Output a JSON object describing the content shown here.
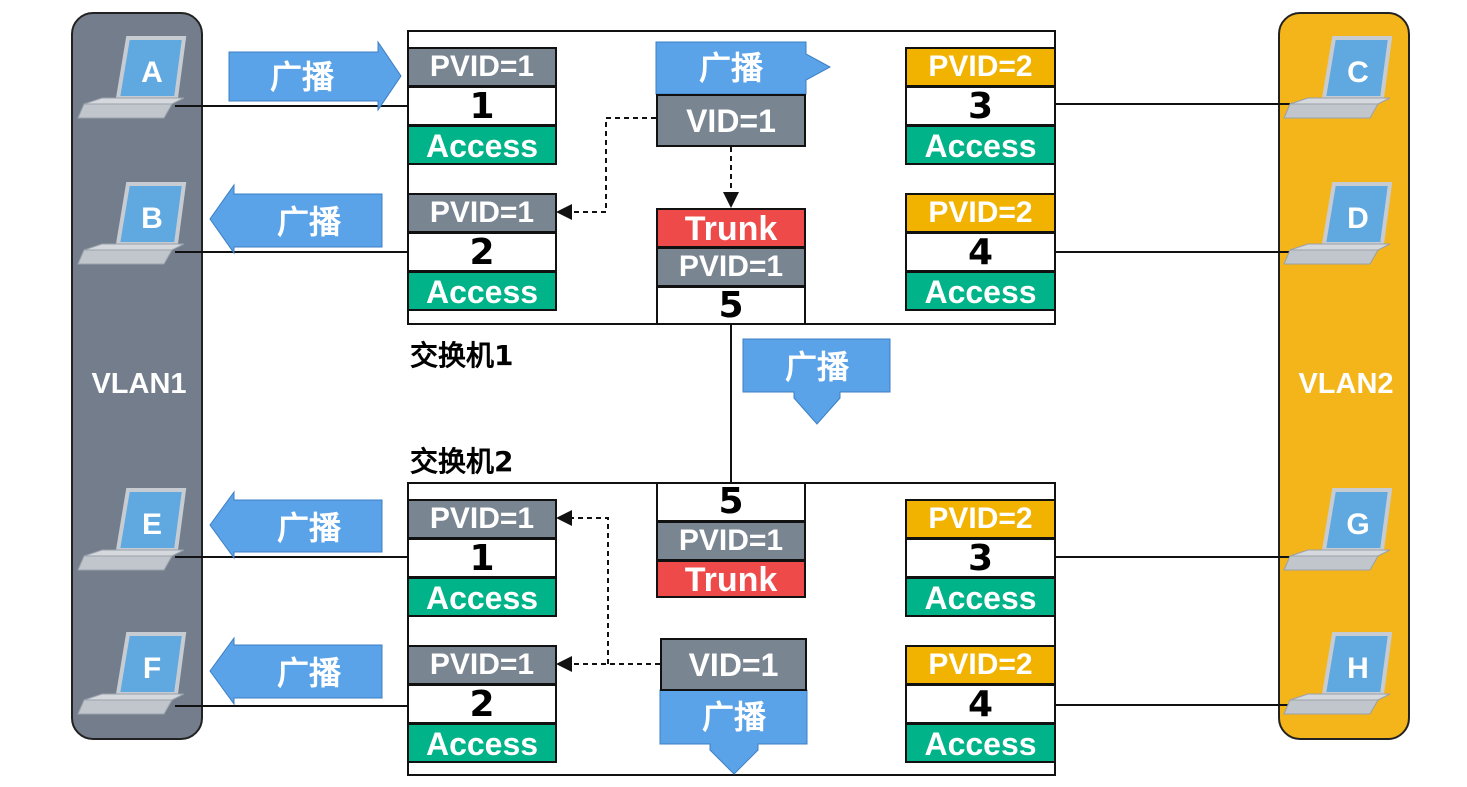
{
  "colors": {
    "vlan1_panel": "#737d8c",
    "vlan2_panel": "#f4b51a",
    "broadcast_arrow": "#5aa3e8",
    "port_gray": "#7a8592",
    "port_gold": "#f2b300",
    "access_green": "#00b388",
    "trunk_red": "#ee4a4a"
  },
  "vlans": {
    "left": "VLAN1",
    "right": "VLAN2"
  },
  "hosts": {
    "a": "A",
    "b": "B",
    "e": "E",
    "f": "F",
    "c": "C",
    "d": "D",
    "g": "G",
    "h": "H"
  },
  "switch1": {
    "label": "交换机1",
    "port1": {
      "pvid": "PVID=1",
      "num": "1",
      "mode": "Access"
    },
    "port2": {
      "pvid": "PVID=1",
      "num": "2",
      "mode": "Access"
    },
    "port3": {
      "pvid": "PVID=2",
      "num": "3",
      "mode": "Access"
    },
    "port4": {
      "pvid": "PVID=2",
      "num": "4",
      "mode": "Access"
    },
    "port5": {
      "mode": "Trunk",
      "pvid": "PVID=1",
      "num": "5"
    },
    "vid": "VID=1"
  },
  "switch2": {
    "label": "交换机2",
    "port1": {
      "pvid": "PVID=1",
      "num": "1",
      "mode": "Access"
    },
    "port2": {
      "pvid": "PVID=1",
      "num": "2",
      "mode": "Access"
    },
    "port3": {
      "pvid": "PVID=2",
      "num": "3",
      "mode": "Access"
    },
    "port4": {
      "pvid": "PVID=2",
      "num": "4",
      "mode": "Access"
    },
    "port5": {
      "num": "5",
      "pvid": "PVID=1",
      "mode": "Trunk"
    },
    "vid": "VID=1"
  },
  "broadcast": {
    "a_in": "广播",
    "b_out": "广播",
    "sw1_internal": "广播",
    "trunk_down": "广播",
    "e_out": "广播",
    "f_out": "广播",
    "sw2_internal": "广播"
  },
  "icons": [
    "laptop-icon",
    "broadcast-arrow-icon"
  ]
}
